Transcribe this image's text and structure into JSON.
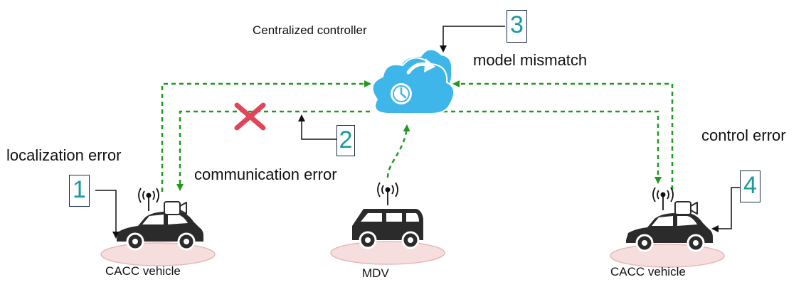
{
  "labels": {
    "controller": "Centralized controller",
    "model_mismatch": "model mismatch",
    "control_error": "control error",
    "localization_error": "localization error",
    "communication_error": "communication error",
    "cacc_left": "CACC vehicle",
    "mdv": "MDV",
    "cacc_right": "CACC vehicle"
  },
  "badges": {
    "b1": "1",
    "b2": "2",
    "b3": "3",
    "b4": "4"
  },
  "colors": {
    "link_green": "#1f9a1f",
    "cloud_blue": "#3fb6ea",
    "badge_teal": "#1a9a9a",
    "error_x": "#e0455a",
    "ground_pink": "#f7dede",
    "car": "#2b2b2b"
  },
  "icons": [
    "cloud-icon",
    "clock-icon",
    "refresh-arrow-icon",
    "car-icon",
    "camera-icon",
    "antenna-icon",
    "cross-icon"
  ]
}
